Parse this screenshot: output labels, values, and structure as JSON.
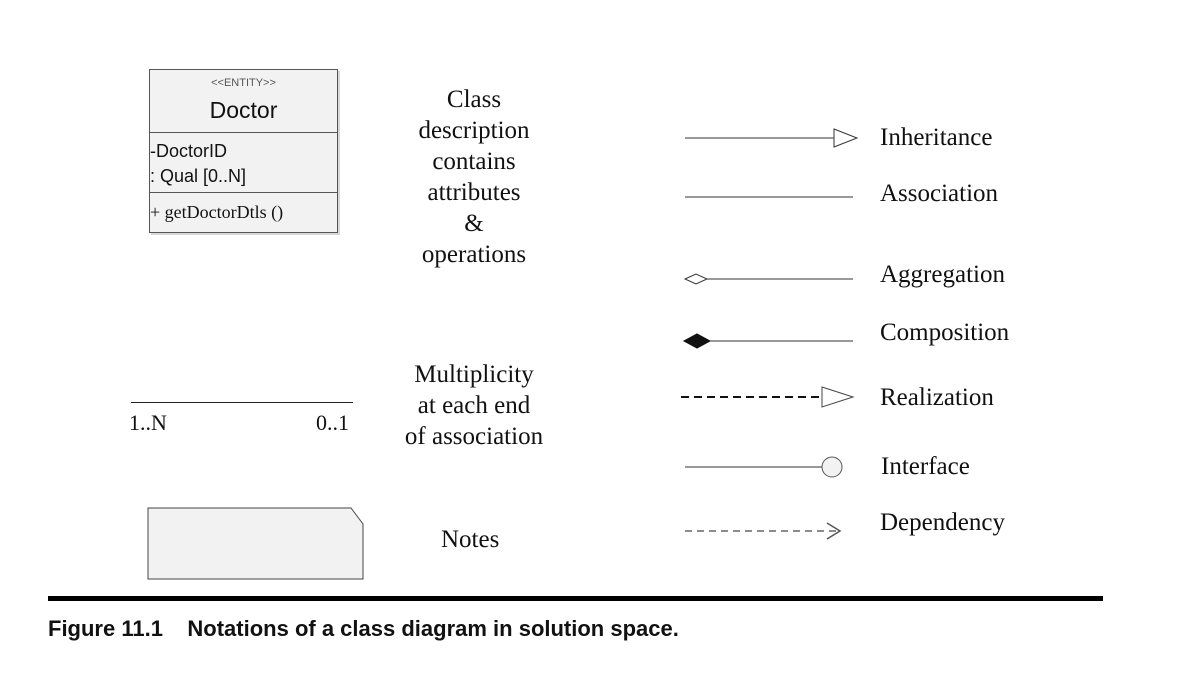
{
  "class_box": {
    "stereotype": "<<ENTITY>>",
    "name": "Doctor",
    "attributes": [
      "-DoctorID",
      ":  Qual [0..N]"
    ],
    "operation": "+ getDoctorDtls ()"
  },
  "class_description": [
    "Class",
    "description",
    "contains",
    "attributes",
    "&",
    "operations"
  ],
  "multiplicity": {
    "left_label": "1..N",
    "right_label": "0..1",
    "description": [
      "Multiplicity",
      "at each end",
      "of association"
    ]
  },
  "notes": {
    "label": "Notes"
  },
  "legend": [
    {
      "label": "Inheritance",
      "icon": "hollow-triangle-arrow"
    },
    {
      "label": "Association",
      "icon": "plain-line"
    },
    {
      "label": "Aggregation",
      "icon": "hollow-diamond"
    },
    {
      "label": "Composition",
      "icon": "filled-diamond"
    },
    {
      "label": "Realization",
      "icon": "dashed-hollow-triangle"
    },
    {
      "label": "Interface",
      "icon": "lollipop-circle"
    },
    {
      "label": "Dependency",
      "icon": "dashed-open-arrow"
    }
  ],
  "caption": {
    "number": "Figure 11.1",
    "text": "Notations of a class diagram in solution space."
  }
}
